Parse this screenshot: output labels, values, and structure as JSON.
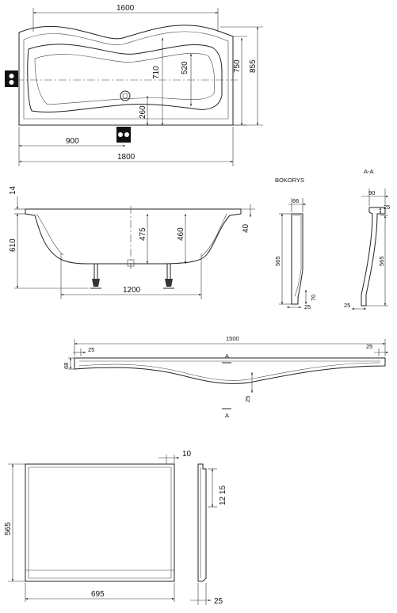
{
  "top_view": {
    "dim_top": "1600",
    "dim_inner_width": "710",
    "dim_inner_narrow": "520",
    "dim_outer_750": "750",
    "dim_outer_855": "855",
    "dim_drain": "260",
    "dim_outlet": "900",
    "dim_total": "1800"
  },
  "front_view": {
    "dim_rim": "14",
    "dim_height": "610",
    "dim_drain_height": "475",
    "dim_leg_height": "460",
    "dim_side": "40",
    "dim_legs_span": "1200"
  },
  "side_view": {
    "title": "BOKORYS",
    "dim_top": "66",
    "dim_height": "565",
    "dim_bottom": "70",
    "dim_foot": "25"
  },
  "section_view": {
    "title": "A-A",
    "dim_top": "90",
    "dim_rim": "25",
    "dim_height": "565",
    "dim_foot": "25"
  },
  "panel_top_view": {
    "dim_length": "1500",
    "dim_left": "25",
    "dim_right": "25",
    "dim_edge": "68",
    "dim_center": "25",
    "section_mark_top": "A",
    "section_mark_bottom": "A"
  },
  "end_panel": {
    "dim_height": "565",
    "dim_width": "695",
    "dim_lip": "10",
    "dim_profile": "12 15",
    "dim_depth": "25"
  }
}
